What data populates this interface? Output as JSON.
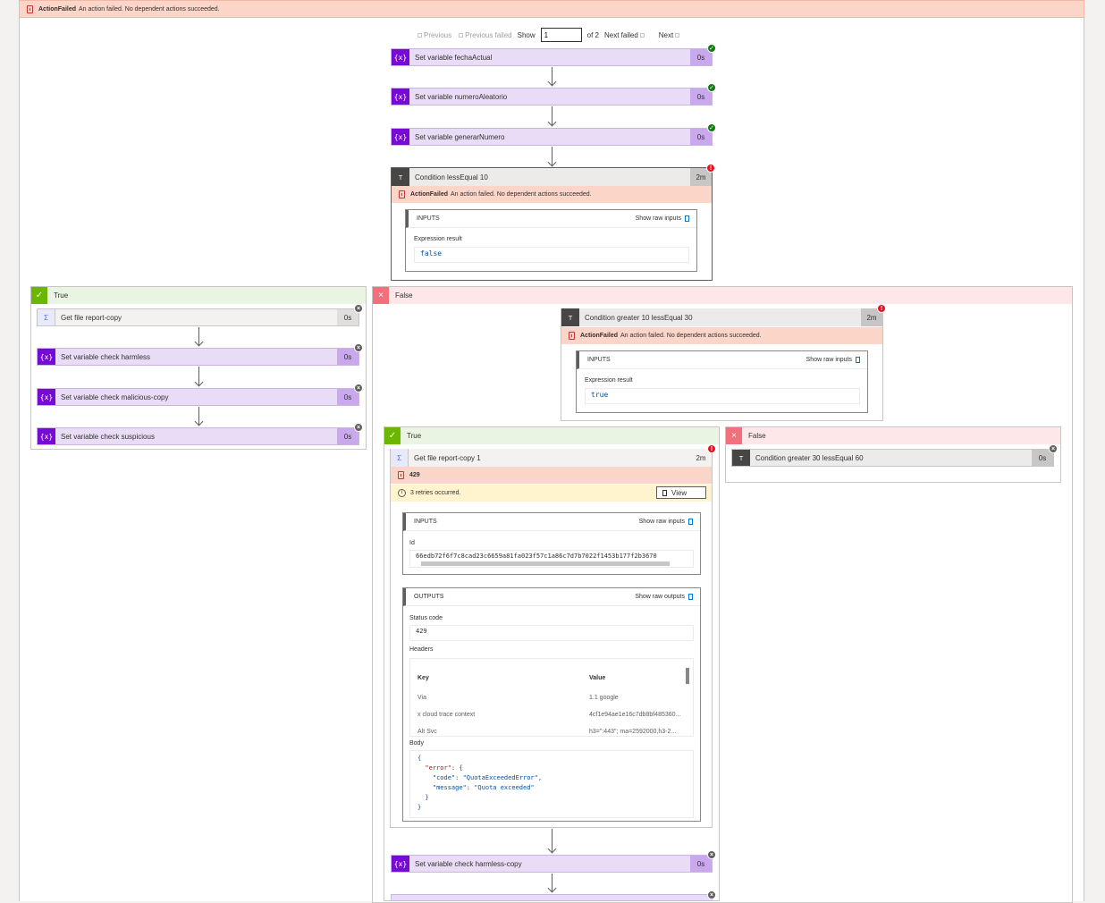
{
  "topbar": {
    "title": "ActionFailed",
    "message": "An action failed. No dependent actions succeeded."
  },
  "pager": {
    "previous": "Previous",
    "previous_failed": "Previous failed",
    "show": "Show",
    "value": "1",
    "of": "of 2",
    "next_failed": "Next failed",
    "next": "Next"
  },
  "actions": {
    "a1": {
      "name": "Set variable fechaActual",
      "duration": "0s",
      "icon": "{x}"
    },
    "a2": {
      "name": "Set variable numeroAleatorio",
      "duration": "0s",
      "icon": "{x}"
    },
    "a3": {
      "name": "Set variable generarNumero",
      "duration": "0s",
      "icon": "{x}"
    }
  },
  "condition1": {
    "name": "Condition lessEqual 10",
    "duration": "2m",
    "error_title": "ActionFailed",
    "error_msg": "An action failed. No dependent actions succeeded.",
    "inputs_label": "INPUTS",
    "raw_label": "Show raw inputs",
    "expr_label": "Expression result",
    "expr_value": "false"
  },
  "true_branch": {
    "label": "True",
    "items": [
      {
        "name": "Get file report-copy",
        "duration": "0s",
        "icon": "Σ"
      },
      {
        "name": "Set variable check harmless",
        "duration": "0s",
        "icon": "{x}"
      },
      {
        "name": "Set variable check malicious-copy",
        "duration": "0s",
        "icon": "{x}"
      },
      {
        "name": "Set variable check suspicious",
        "duration": "0s",
        "icon": "{x}"
      }
    ]
  },
  "false_branch": {
    "label": "False",
    "condition2": {
      "name": "Condition greater 10 lessEqual 30",
      "duration": "2m",
      "error_title": "ActionFailed",
      "error_msg": "An action failed. No dependent actions succeeded.",
      "inputs_label": "INPUTS",
      "raw_label": "Show raw inputs",
      "expr_label": "Expression result",
      "expr_value": "true"
    },
    "inner_true": {
      "label": "True",
      "getfile": {
        "name": "Get file report-copy 1",
        "duration": "2m",
        "icon": "Σ",
        "status": "429",
        "retries": "3 retries occurred.",
        "view": "View",
        "inputs_label": "INPUTS",
        "raw_inputs": "Show raw inputs",
        "id_label": "Id",
        "id_value": "66edb72f6f7c8cad23c6659a81fa023f57c1a86c7d7b7022f1453b177f2b3670",
        "outputs_label": "OUTPUTS",
        "raw_outputs": "Show raw outputs",
        "status_label": "Status code",
        "status_value": "429",
        "headers_label": "Headers",
        "headers_cols": [
          "Key",
          "Value"
        ],
        "headers": [
          {
            "k": "Via",
            "v": "1.1 google"
          },
          {
            "k": "x cloud trace context",
            "v": "4cf1e94ae1e16c7db8bf485360..."
          },
          {
            "k": "Alt Svc",
            "v": "h3=\":443\"; ma=2592000,h3-2..."
          }
        ],
        "body_label": "Body",
        "body_lines": [
          "{",
          "  \"error\": {",
          "    \"code\": \"QuotaExceededError\",",
          "    \"message\": \"Quota exceeded\"",
          "  }",
          "}"
        ]
      },
      "next_action": {
        "name": "Set variable check harmless-copy",
        "duration": "0s",
        "icon": "{x}"
      }
    },
    "inner_false": {
      "label": "False",
      "condition3": {
        "name": "Condition greater 30 lessEqual 60",
        "duration": "0s"
      }
    }
  },
  "colors": {
    "variable": "#770bd6",
    "error": "#fcd5c9",
    "success": "#107c10",
    "fail": "#e81123"
  }
}
